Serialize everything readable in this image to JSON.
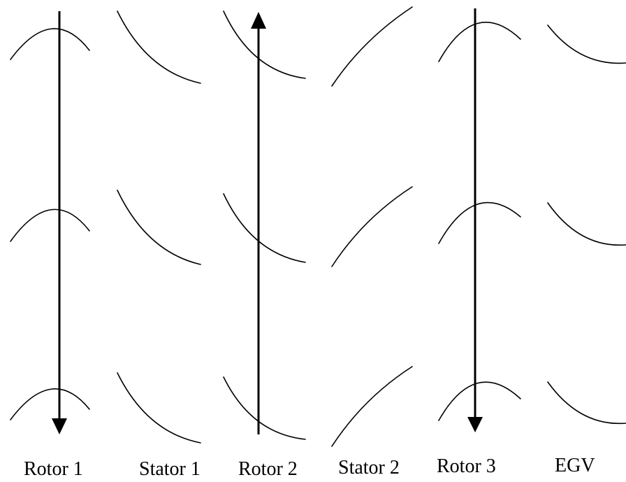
{
  "labels": {
    "rotor1": "Rotor 1",
    "stator1": "Stator 1",
    "rotor2": "Rotor 2",
    "stator2": "Stator 2",
    "rotor3": "Rotor 3",
    "egv": "EGV"
  },
  "colors": {
    "line": "#000000",
    "background": "#ffffff"
  }
}
